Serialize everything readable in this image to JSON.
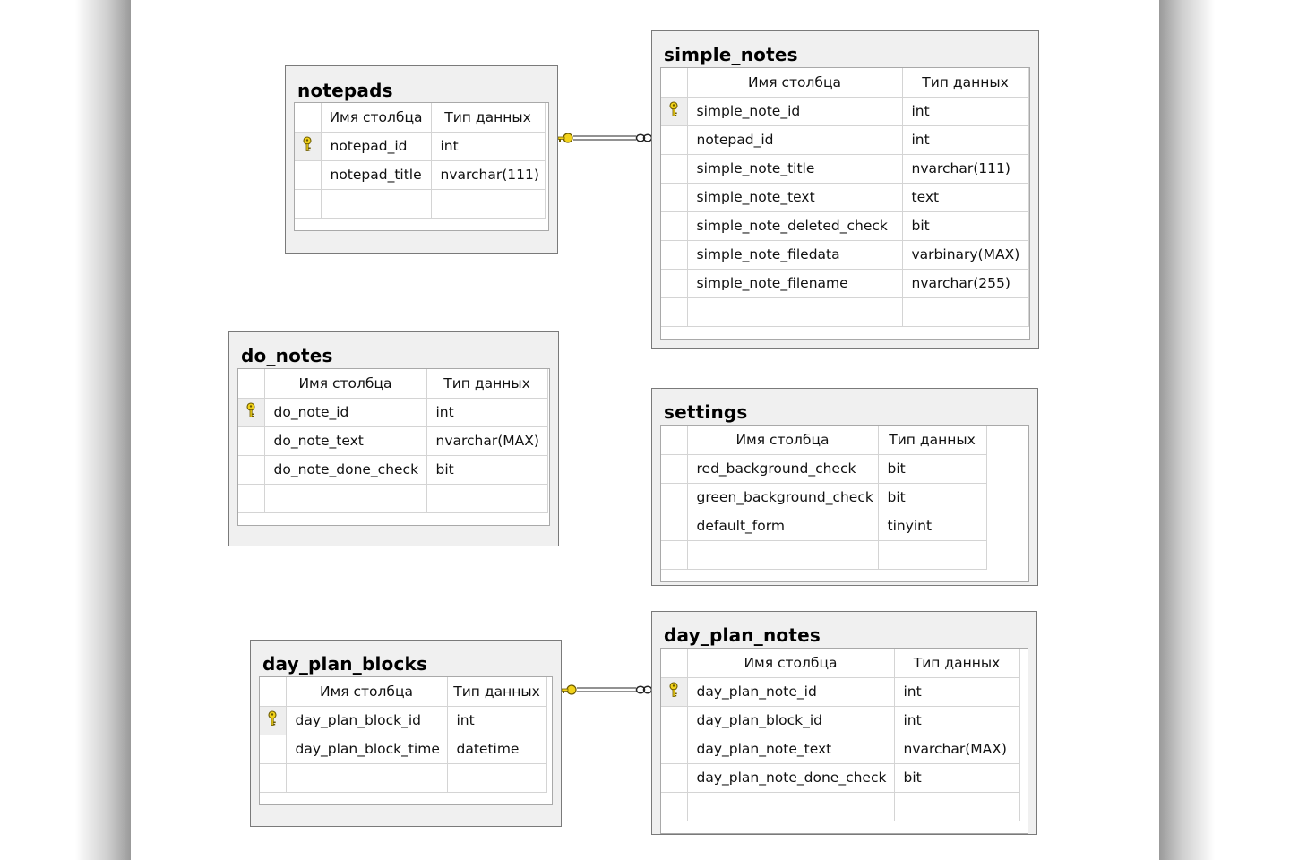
{
  "header": {
    "column_name": "Имя столбца",
    "data_type": "Тип данных"
  },
  "tables": {
    "notepads": {
      "title": "notepads",
      "rows": [
        {
          "name": "notepad_id",
          "type": "int",
          "pk": true
        },
        {
          "name": "notepad_title",
          "type": "nvarchar(111)",
          "pk": false
        }
      ]
    },
    "simple_notes": {
      "title": "simple_notes",
      "rows": [
        {
          "name": "simple_note_id",
          "type": "int",
          "pk": true
        },
        {
          "name": "notepad_id",
          "type": "int",
          "pk": false
        },
        {
          "name": "simple_note_title",
          "type": "nvarchar(111)",
          "pk": false
        },
        {
          "name": "simple_note_text",
          "type": "text",
          "pk": false
        },
        {
          "name": "simple_note_deleted_check",
          "type": "bit",
          "pk": false
        },
        {
          "name": "simple_note_filedata",
          "type": "varbinary(MAX)",
          "pk": false
        },
        {
          "name": "simple_note_filename",
          "type": "nvarchar(255)",
          "pk": false
        }
      ]
    },
    "do_notes": {
      "title": "do_notes",
      "rows": [
        {
          "name": "do_note_id",
          "type": "int",
          "pk": true
        },
        {
          "name": "do_note_text",
          "type": "nvarchar(MAX)",
          "pk": false
        },
        {
          "name": "do_note_done_check",
          "type": "bit",
          "pk": false
        }
      ]
    },
    "settings": {
      "title": "settings",
      "rows": [
        {
          "name": "red_background_check",
          "type": "bit",
          "pk": false
        },
        {
          "name": "green_background_check",
          "type": "bit",
          "pk": false
        },
        {
          "name": "default_form",
          "type": "tinyint",
          "pk": false
        }
      ]
    },
    "day_plan_blocks": {
      "title": "day_plan_blocks",
      "rows": [
        {
          "name": "day_plan_block_id",
          "type": "int",
          "pk": true
        },
        {
          "name": "day_plan_block_time",
          "type": "datetime",
          "pk": false
        }
      ]
    },
    "day_plan_notes": {
      "title": "day_plan_notes",
      "rows": [
        {
          "name": "day_plan_note_id",
          "type": "int",
          "pk": true
        },
        {
          "name": "day_plan_block_id",
          "type": "int",
          "pk": false
        },
        {
          "name": "day_plan_note_text",
          "type": "nvarchar(MAX)",
          "pk": false
        },
        {
          "name": "day_plan_note_done_check",
          "type": "bit",
          "pk": false
        }
      ]
    }
  },
  "relationships": [
    {
      "from": "notepads",
      "to": "simple_notes",
      "one_end": "key-icon",
      "many_end": "infinity-icon"
    },
    {
      "from": "day_plan_blocks",
      "to": "day_plan_notes",
      "one_end": "key-icon",
      "many_end": "infinity-icon"
    }
  ],
  "colors": {
    "key": "#f2d21a",
    "key_outline": "#6b5a00",
    "panel": "#f0f0f0",
    "border": "#7a7a7a"
  }
}
